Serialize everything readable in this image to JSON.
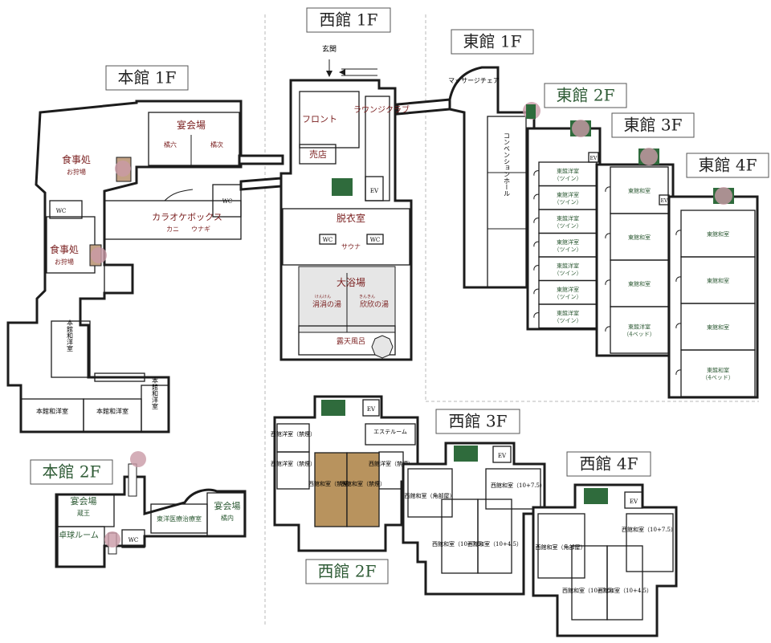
{
  "colors": {
    "label_red": "#7a1f1f",
    "label_green": "#2d5a34",
    "stairs": "#2f6b3c",
    "washitsu_fill": "#b8935e",
    "title_green": "#2d5a34"
  },
  "titles": {
    "honkan_1f": "本館 1F",
    "honkan_2f": "本館 2F",
    "nishikan_1f": "西館 1F",
    "nishikan_2f": "西館 2F",
    "nishikan_3f": "西館 3F",
    "nishikan_4f": "西館 4F",
    "higashikan_1f": "東館 1F",
    "higashikan_2f": "東館 2F",
    "higashikan_3f": "東館 3F",
    "higashikan_4f": "東館 4F"
  },
  "honkan_1f": {
    "banquet": "宴会場",
    "tachibana_roku": "橘六",
    "tachibana_tsugi": "橘次",
    "dining1": "食事処",
    "dining1_sub": "お狩場",
    "dining2": "食事処",
    "dining2_sub": "お狩場",
    "wc1": "WC",
    "wc2": "WC",
    "karaoke": "カラオケボックス",
    "kani": "カニ",
    "unagi": "ウナギ",
    "honkan_wayo_v": "本館和洋室",
    "honkan_wayo1": "本館和洋室",
    "honkan_wayo2": "本館和洋室",
    "honkan_wayo_v2": "本館和洋室"
  },
  "honkan_2f": {
    "banquet": "宴会場",
    "zoo": "蔵王",
    "billiards": "卓球ルーム",
    "wc": "WC",
    "massage_room": "東洋医療治療室",
    "banquet2": "宴会場",
    "tachibana_uchi": "橘内"
  },
  "nishikan_1f": {
    "entrance": "玄関",
    "front": "フロント",
    "shop": "売店",
    "lounge": "ラウンジクラブ",
    "ev": "EV",
    "dressing": "脱衣室",
    "wc1": "WC",
    "wc2": "WC",
    "sauna": "サウナ",
    "bath": "大浴場",
    "bath_left_ruby": "けんけん",
    "bath_left": "涓涓の湯",
    "bath_right_ruby": "きんきん",
    "bath_right": "欣欣の湯",
    "rotenburo": "露天風呂"
  },
  "higashikan_1f": {
    "massage": "マッサージチェア",
    "convention": "コンベンションホール"
  },
  "higashikan_2f": {
    "ev": "EV",
    "rooms": [
      "東館洋室（ツイン）",
      "東館洋室（ツイン）",
      "東館洋室（ツイン）",
      "東館洋室（ツイン）",
      "東館洋室（ツイン）",
      "東館洋室（ツイン）",
      "東館洋室（ツイン）"
    ]
  },
  "higashikan_3f": {
    "ev": "EV",
    "rooms": [
      "東館和室",
      "東館和室",
      "東館和室",
      "東館洋室（4ベッド）"
    ]
  },
  "higashikan_4f": {
    "rooms": [
      "東館和室",
      "東館和室",
      "東館和室",
      "東館和室（4ベッド）"
    ]
  },
  "nishikan_2f": {
    "ev": "EV",
    "west_yo1": "西館洋室（禁煙）",
    "west_yo2": "西館洋室（禁煙）",
    "esthe": "エステルーム",
    "west_yo3": "西館洋室（禁煙）",
    "west_wa1": "西館和室（禁煙）",
    "west_wa2": "西館和室（禁煙）"
  },
  "nishikan_3f": {
    "ev": "EV",
    "corner": "西館和室（角部屋）",
    "r1": "西館和室（10+7.5）",
    "r2": "西館和室（10+7.5）",
    "r3": "西館和室（10+4.5）"
  },
  "nishikan_4f": {
    "ev": "EV",
    "corner": "西館和室（角部屋）",
    "r1": "西館和室（10+7.5）",
    "r2": "西館和室（10+7.5）",
    "r3": "西館和室（10+4.5）"
  }
}
